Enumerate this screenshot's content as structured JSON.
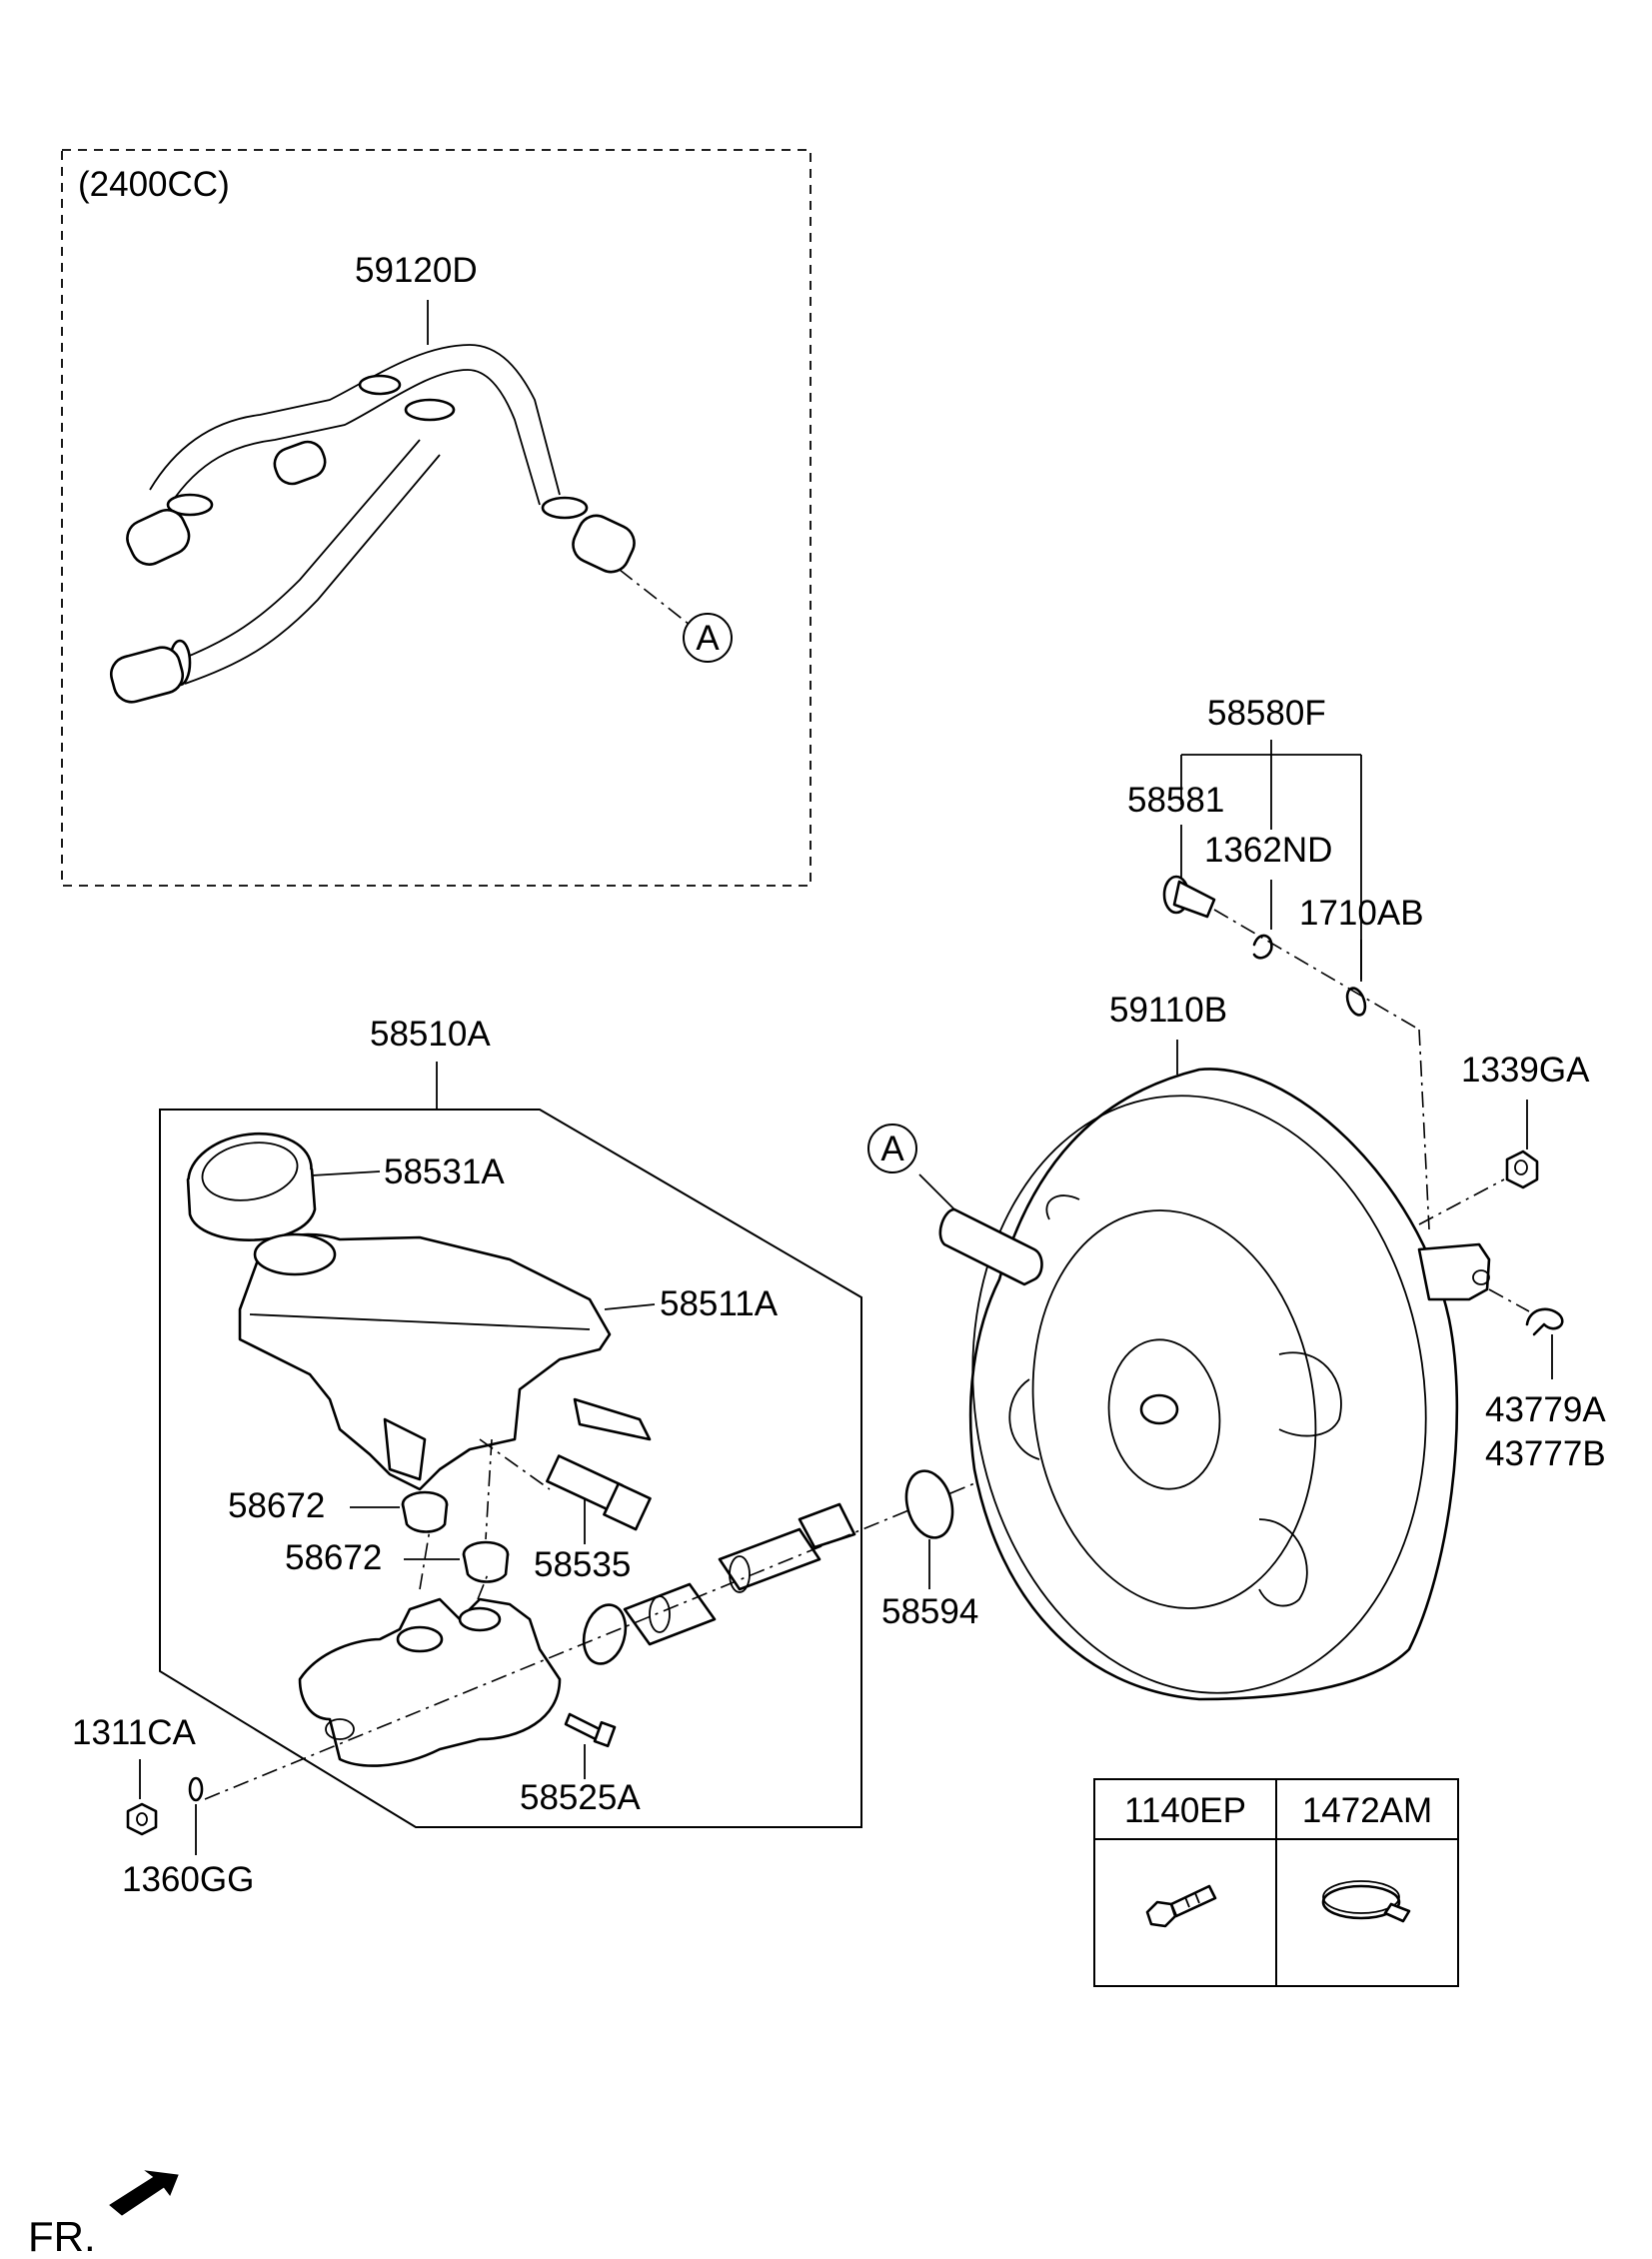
{
  "variant_label": "(2400CC)",
  "parts": {
    "hose_assy": "59120D",
    "booster_assy": "59110B",
    "master_cylinder_assy": "58510A",
    "reservoir_cap": "58531A",
    "reservoir": "58511A",
    "grommet_1": "58672",
    "grommet_2": "58672",
    "sensor": "58535",
    "bolt": "58525A",
    "nut": "1311CA",
    "gasket": "1360GG",
    "o_ring": "58594",
    "clevis_pin_kit": "58580F",
    "clevis_pin": "58581",
    "snap_pin": "1362ND",
    "washer": "1710AB",
    "booster_nut": "1339GA",
    "clip_a": "43779A",
    "clip_b": "43777B"
  },
  "reference_marker": "A",
  "fastener_table": {
    "col_1": "1140EP",
    "col_2": "1472AM",
    "icon_1": "bolt-icon",
    "icon_2": "hose-clamp-icon"
  },
  "front_indicator": "FR."
}
